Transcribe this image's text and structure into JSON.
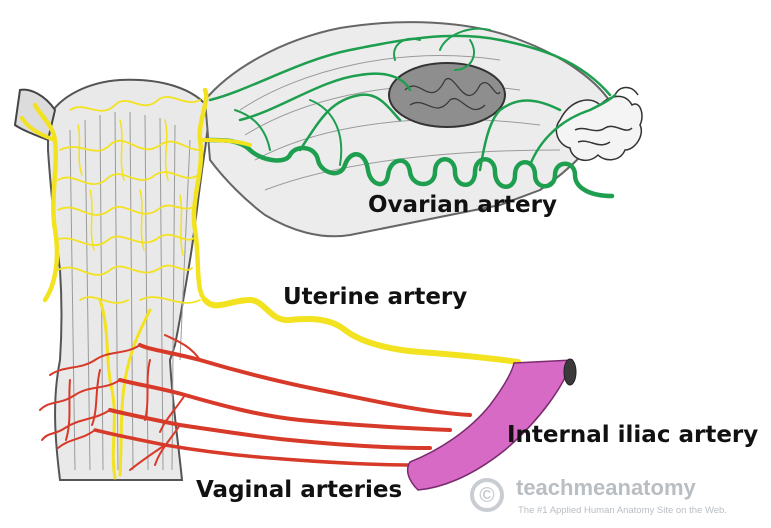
{
  "labels": {
    "ovarian_artery": "Ovarian artery",
    "uterine_artery": "Uterine artery",
    "internal_iliac_artery": "Internal iliac artery",
    "vaginal_arteries": "Vaginal arteries"
  },
  "watermark": {
    "symbol": "©",
    "brand": "teachmeanatomy",
    "tagline": "The #1 Applied Human Anatomy Site on the Web."
  },
  "colors": {
    "ovarian": "#1e9e4f",
    "uterine": "#f2e21f",
    "vaginal": "#d83a2a",
    "internal_iliac": "#d66ac4",
    "tissue": "#8a8a8a",
    "tissue_dark": "#444444"
  }
}
